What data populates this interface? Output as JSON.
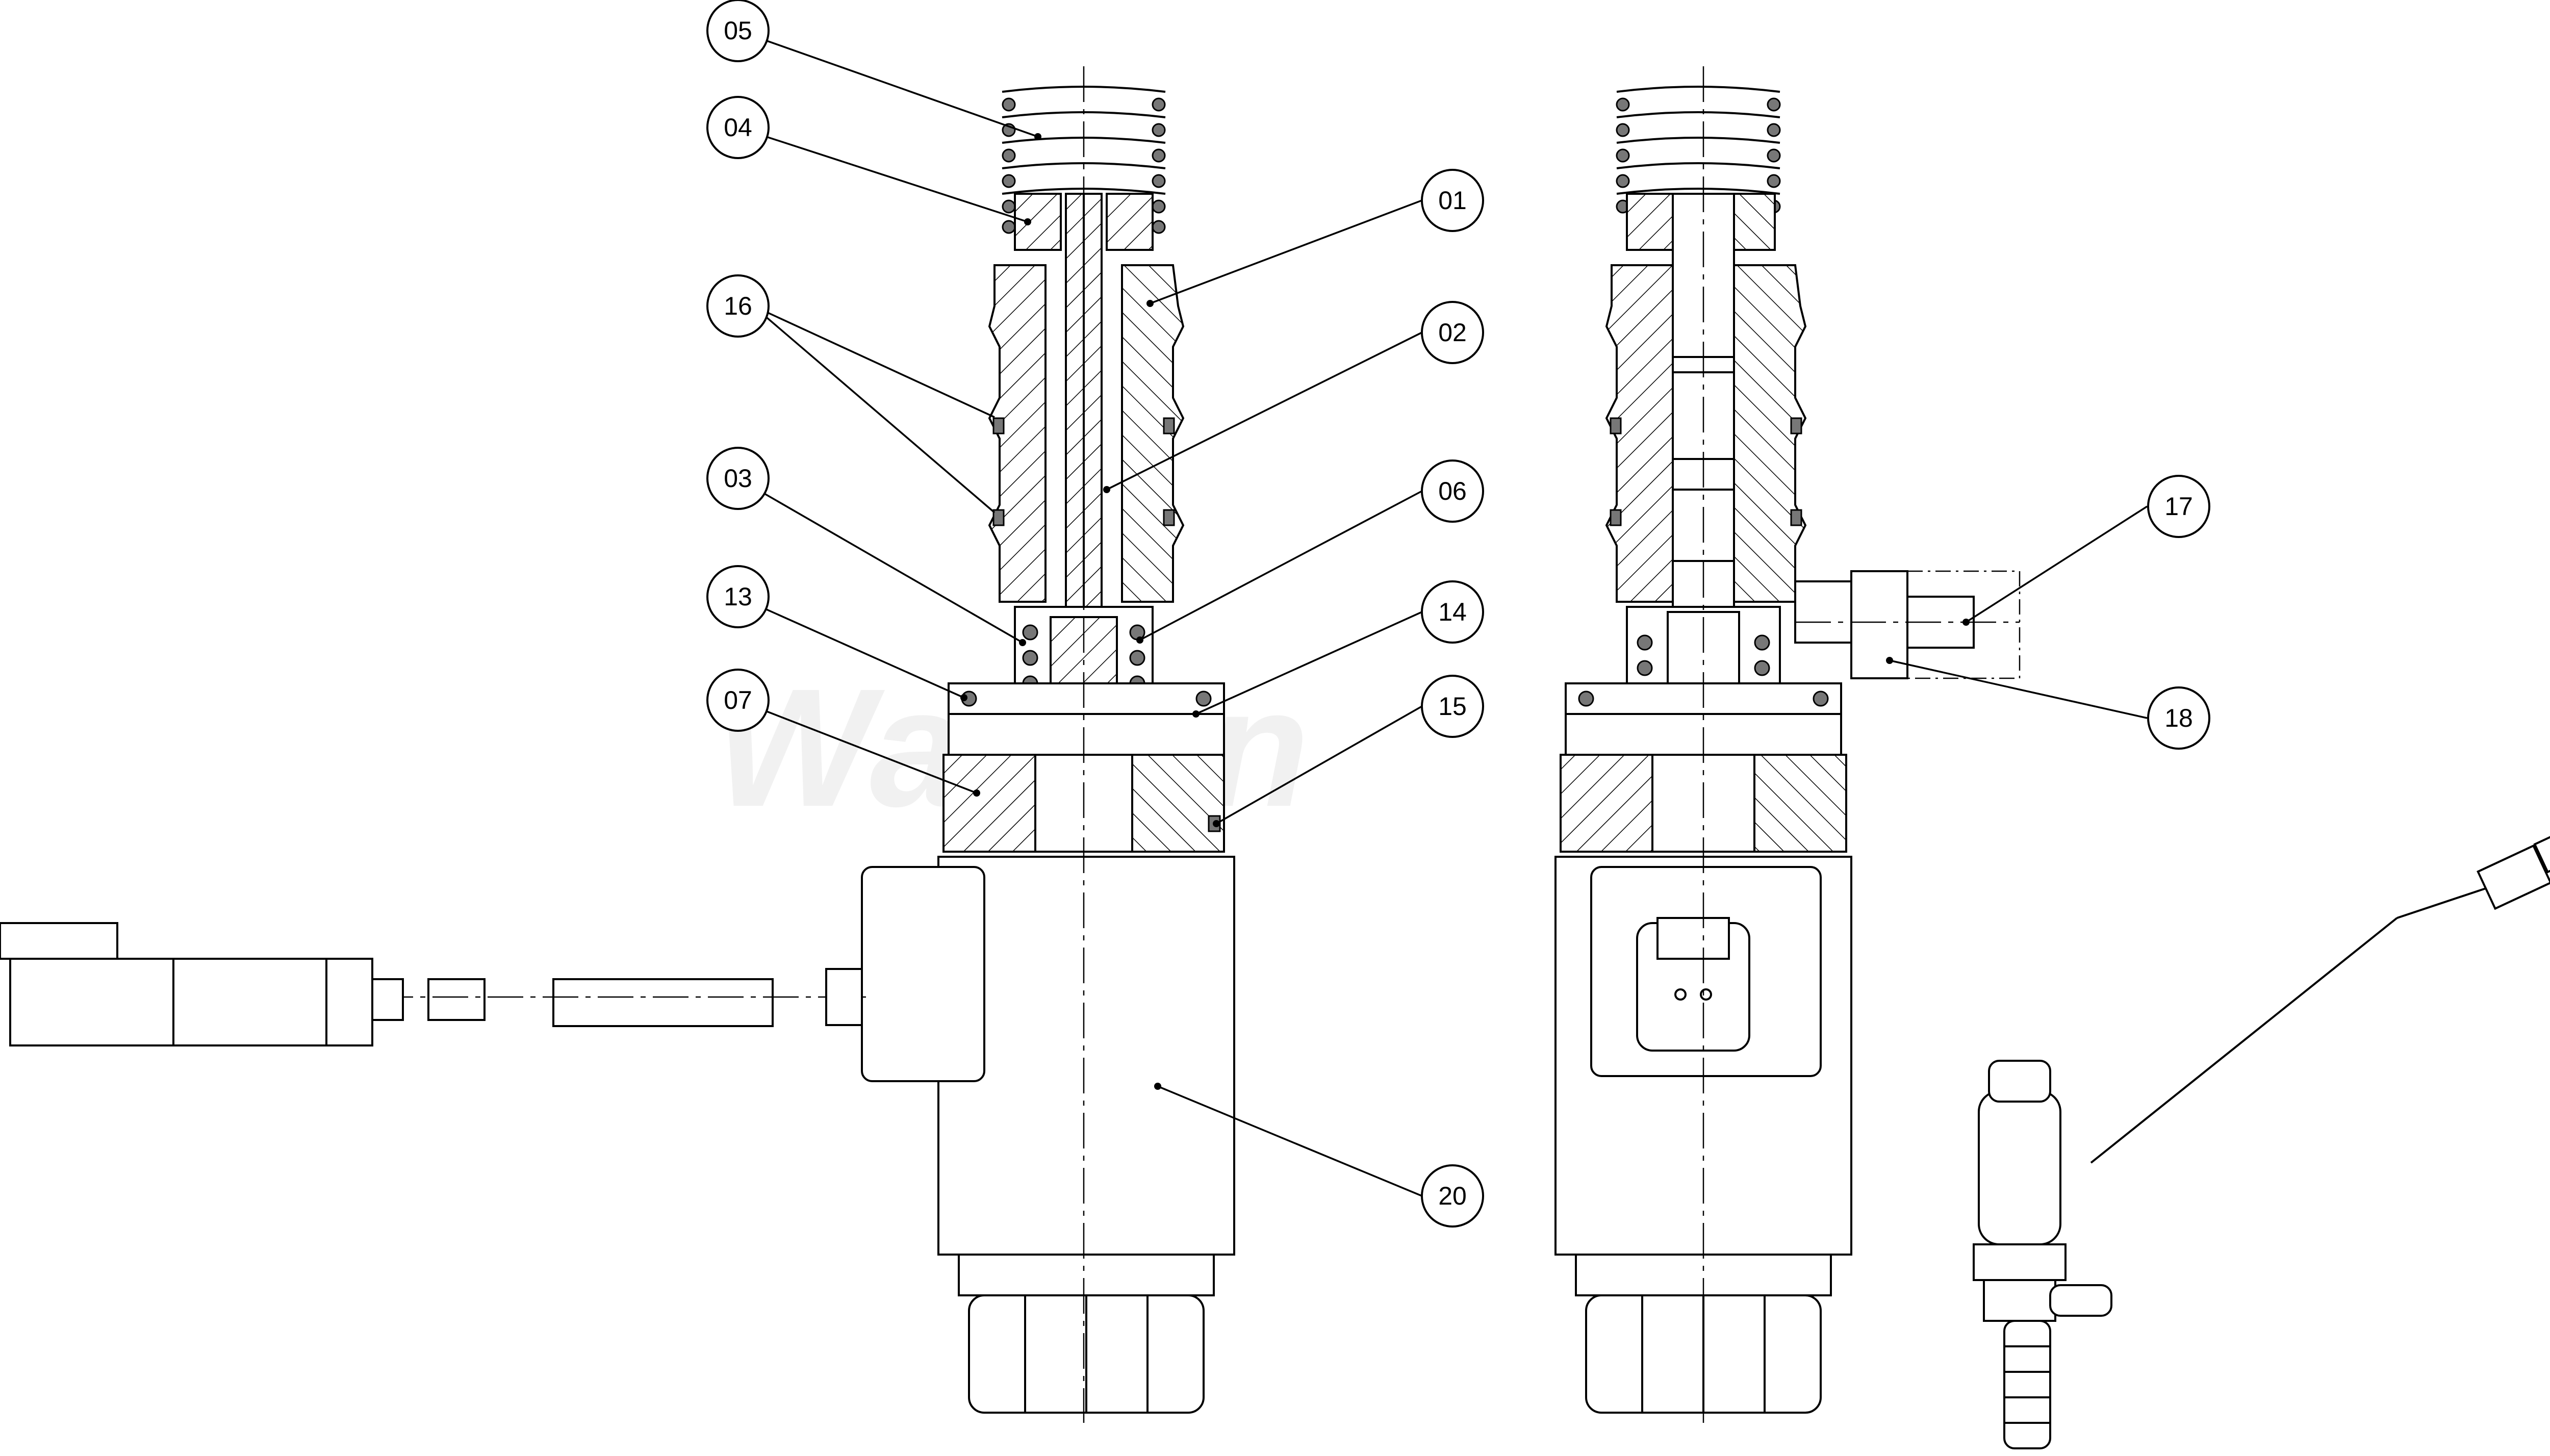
{
  "labels": {
    "p01": "01",
    "p02": "02",
    "p03": "03",
    "p04": "04",
    "p05": "05",
    "p06": "06",
    "p07": "07",
    "p13": "13",
    "p14": "14",
    "p15": "15",
    "p16": "16",
    "p17": "17",
    "p18": "18",
    "p20": "20"
  },
  "watermark": "Walkon"
}
